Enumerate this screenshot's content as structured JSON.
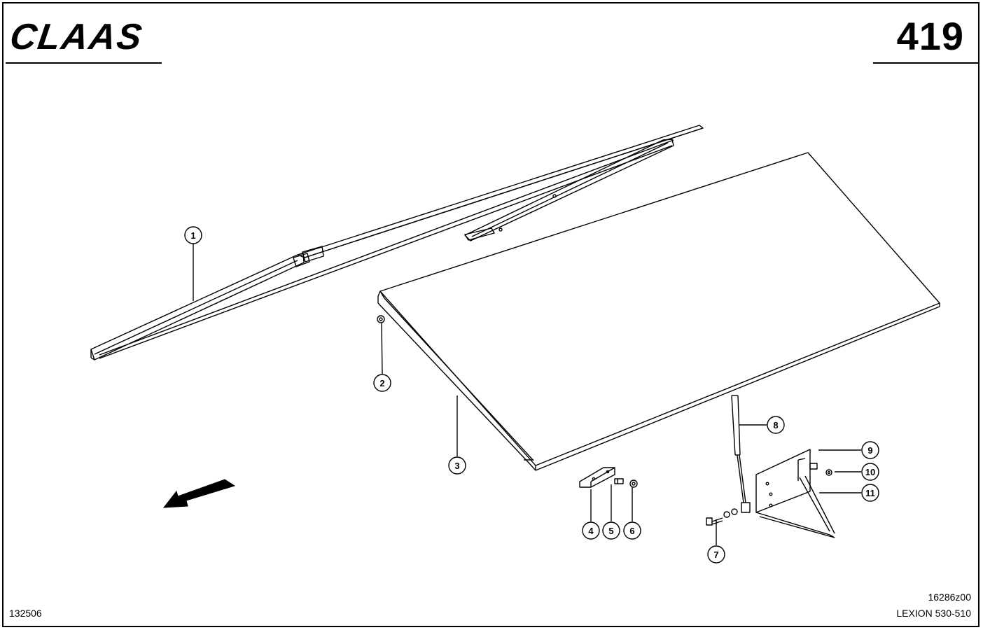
{
  "header": {
    "brand": "CLAAS",
    "page_number": "419"
  },
  "callouts": [
    "1",
    "2",
    "3",
    "4",
    "5",
    "6",
    "7",
    "8",
    "9",
    "10",
    "11"
  ],
  "footer": {
    "left_code": "132506",
    "drawing_code": "16286z00",
    "model": "LEXION 530-510"
  },
  "colors": {
    "line": "#000000",
    "background": "#ffffff"
  }
}
